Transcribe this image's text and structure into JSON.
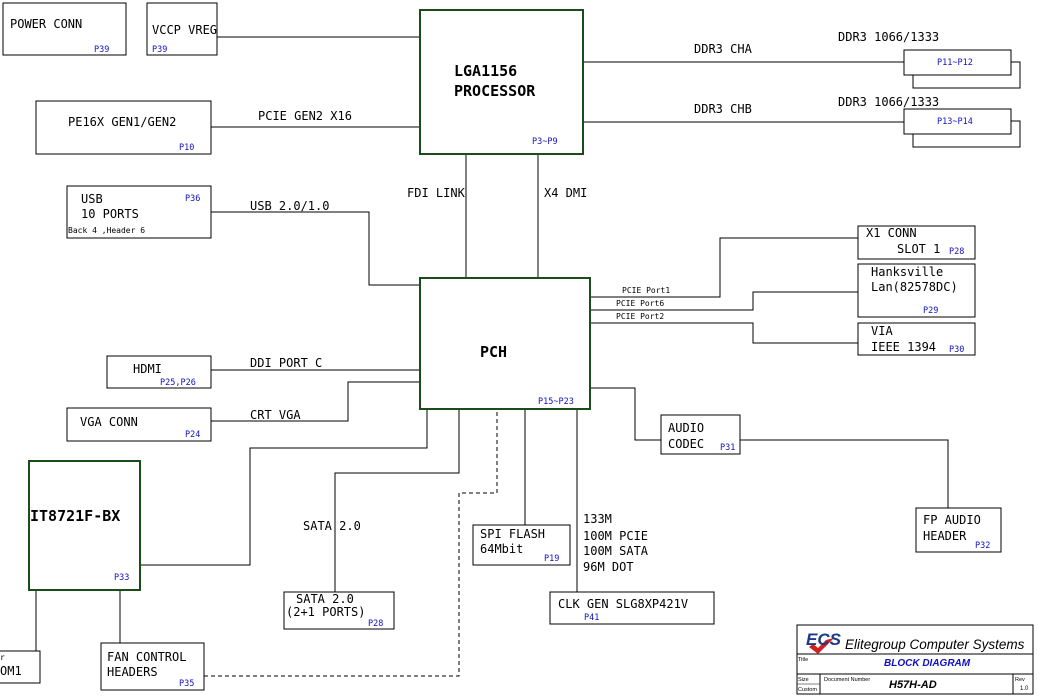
{
  "blocks": {
    "power_conn": {
      "label": "POWER CONN",
      "page": "P39"
    },
    "vccp_vreg": {
      "label": "VCCP VREG",
      "page": "P39"
    },
    "cpu": {
      "line1": "LGA1156",
      "line2": "PROCESSOR",
      "page": "P3~P9"
    },
    "pe16x": {
      "label": "PE16X GEN1/GEN2",
      "page": "P10"
    },
    "usb": {
      "line1": "USB",
      "line2": "10 PORTS",
      "line3": "Back 4 ,Header 6",
      "page": "P36"
    },
    "x1_conn": {
      "line1": "X1 CONN",
      "line2": "SLOT 1",
      "page": "P28"
    },
    "lan": {
      "line1": "Hanksville",
      "line2": "Lan(82578DC)",
      "page": "P29"
    },
    "via": {
      "line1": "VIA",
      "line2": "IEEE 1394",
      "page": "P30"
    },
    "pch": {
      "label": "PCH",
      "page": "P15~P23"
    },
    "hdmi": {
      "label": "HDMI",
      "page": "P25,P26"
    },
    "vga": {
      "label": "VGA CONN",
      "page": "P24"
    },
    "audio": {
      "line1": "AUDIO",
      "line2": "CODEC",
      "page": "P31"
    },
    "it8721": {
      "label": "IT8721F-BX",
      "page": "P33"
    },
    "spi": {
      "line1": "SPI FLASH",
      "line2": "64Mbit",
      "page": "P19"
    },
    "fp_audio": {
      "line1": "FP AUDIO",
      "line2": "HEADER",
      "page": "P32"
    },
    "sata_block": {
      "line1": "SATA 2.0",
      "line2": "(2+1 PORTS)",
      "page": "P28"
    },
    "clk_gen": {
      "label": "CLK GEN SLG8XP421V",
      "page": "P41"
    },
    "fan": {
      "line1": "FAN CONTROL",
      "line2": "HEADERS",
      "page": "P35"
    },
    "com": {
      "line1": "r",
      "line2": "OM1"
    },
    "ddr_a": {
      "page": "P11~P12"
    },
    "ddr_b": {
      "page": "P13~P14"
    }
  },
  "links": {
    "ddr3_cha": "DDR3 CHA",
    "ddr3_chb": "DDR3 CHB",
    "ddr3_speed_a": "DDR3 1066/1333",
    "ddr3_speed_b": "DDR3 1066/1333",
    "pcie_gen2": "PCIE GEN2 X16",
    "fdi": "FDI LINK",
    "dmi": "X4 DMI",
    "usb_bus": "USB 2.0/1.0",
    "pcie_port1": "PCIE Port1",
    "pcie_port6": "PCIE Port6",
    "pcie_port2": "PCIE Port2",
    "ddi": "DDI PORT C",
    "crt": "CRT VGA",
    "sata_bus": "SATA 2.0",
    "clk_1": "133M",
    "clk_2": "100M PCIE",
    "clk_3": "100M SATA",
    "clk_4": "96M DOT"
  },
  "title_block": {
    "logo": "ECS",
    "company": "Elitegroup Computer Systems",
    "title_label": "Title",
    "title": "BLOCK DIAGRAM",
    "size_label": "Size",
    "size_value": "Custom",
    "docnum_label": "Document Number",
    "docnum": "H57H-AD",
    "rev_label": "Rev",
    "rev": "1.0"
  },
  "colors": {
    "line": "#000000",
    "block_border_thick": "#1a4d1a",
    "page_ref": "#1010c0",
    "title_blue": "#1010c0",
    "logo_blue": "#1a3a8a",
    "logo_red": "#d02020"
  }
}
